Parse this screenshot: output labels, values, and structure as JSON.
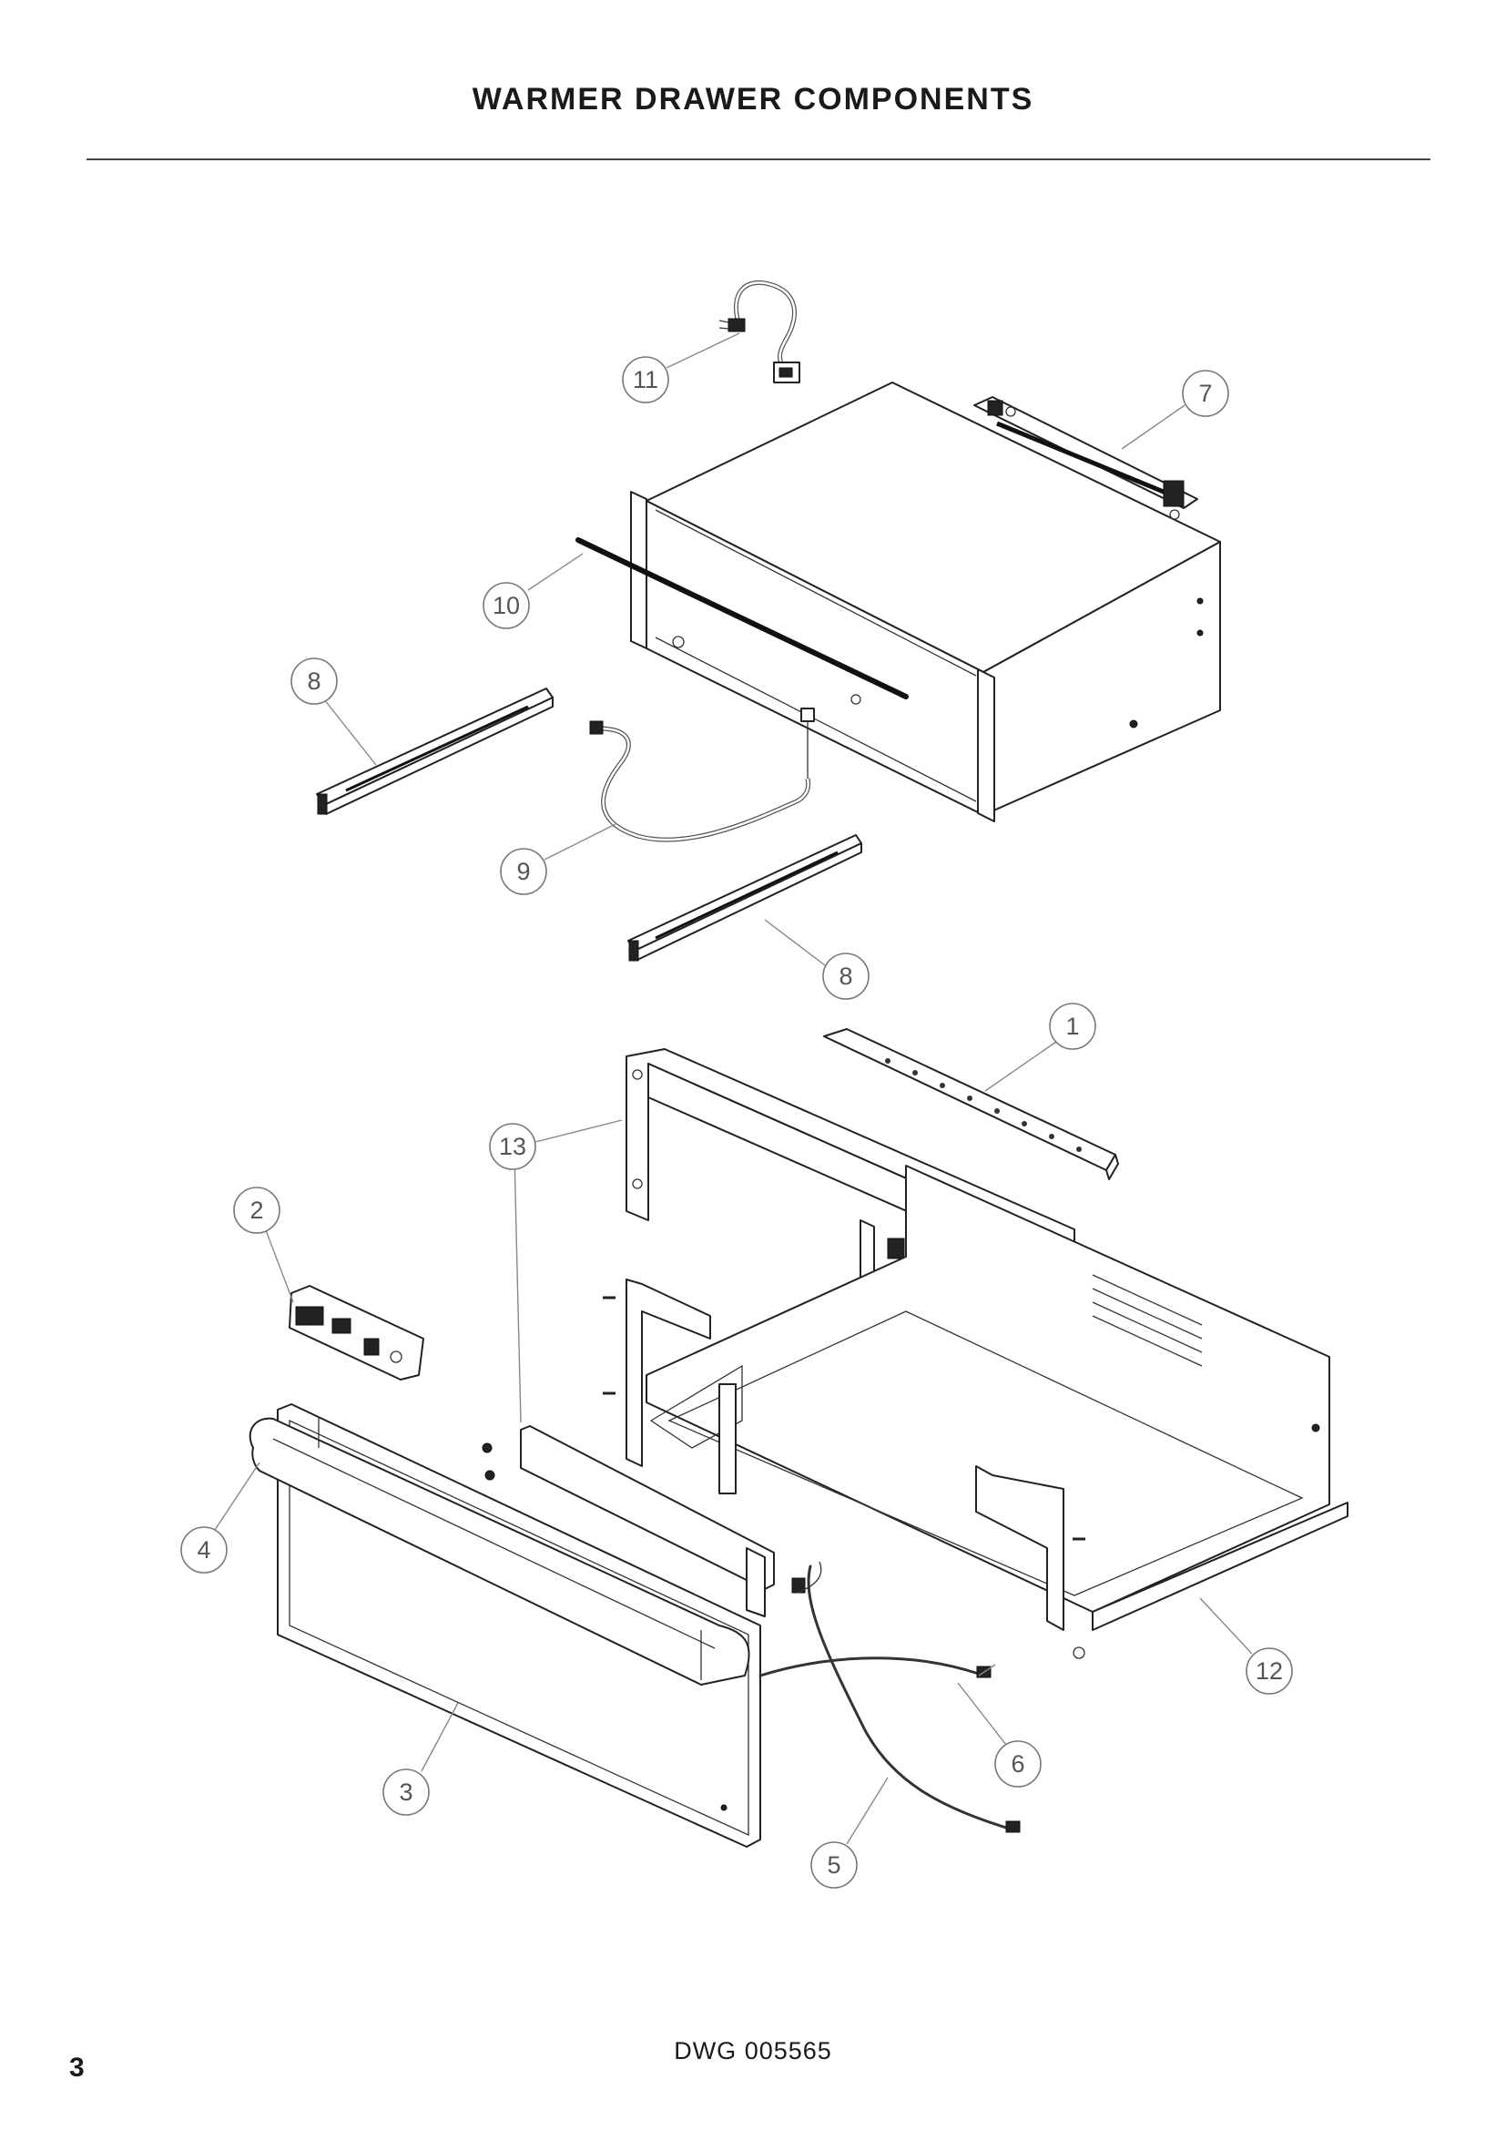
{
  "title": "WARMER DRAWER COMPONENTS",
  "drawing_number": "DWG 005565",
  "page_number": "3",
  "callouts": [
    {
      "id": "c11",
      "label": "11"
    },
    {
      "id": "c7",
      "label": "7"
    },
    {
      "id": "c10",
      "label": "10"
    },
    {
      "id": "c8a",
      "label": "8"
    },
    {
      "id": "c9",
      "label": "9"
    },
    {
      "id": "c8b",
      "label": "8"
    },
    {
      "id": "c1",
      "label": "1"
    },
    {
      "id": "c13",
      "label": "13"
    },
    {
      "id": "c2",
      "label": "2"
    },
    {
      "id": "c4",
      "label": "4"
    },
    {
      "id": "c12",
      "label": "12"
    },
    {
      "id": "c6",
      "label": "6"
    },
    {
      "id": "c3",
      "label": "3"
    },
    {
      "id": "c5",
      "label": "5"
    }
  ]
}
